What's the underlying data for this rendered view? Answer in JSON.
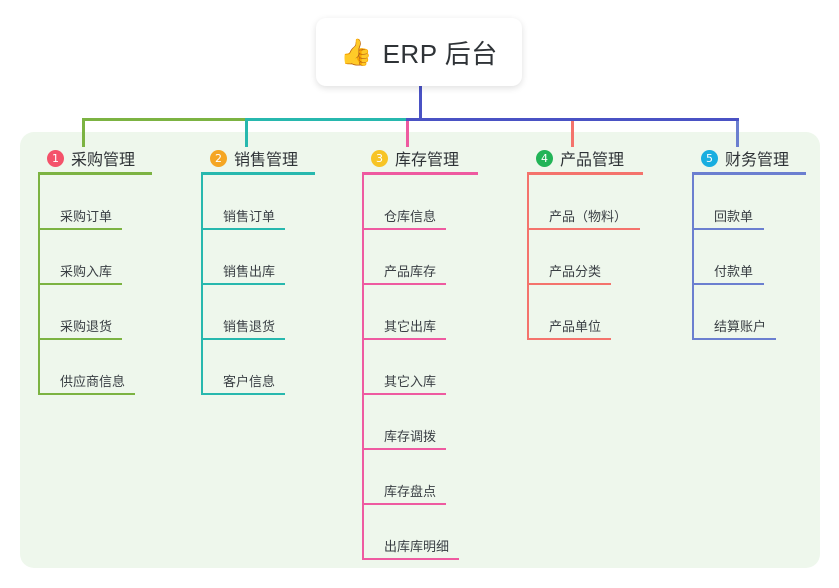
{
  "root": {
    "icon": "thumbs-up-emoji",
    "emoji": "👍",
    "title": "ERP 后台"
  },
  "palette": {
    "panel_bg": "#eef7ec",
    "root_bg": "#ffffff",
    "text": "#2f3337",
    "leaf_text": "#3a3f44",
    "trunk": "#4a52c4"
  },
  "columns": [
    {
      "number": "1",
      "title": "采购管理",
      "badge_color": "#f4526a",
      "line_color": "#7cb342",
      "head_rule_width": 114,
      "items": [
        {
          "label": "采购订单",
          "rule_width": 84
        },
        {
          "label": "采购入库",
          "rule_width": 84
        },
        {
          "label": "采购退货",
          "rule_width": 84
        },
        {
          "label": "供应商信息",
          "rule_width": 97
        }
      ]
    },
    {
      "number": "2",
      "title": "销售管理",
      "badge_color": "#f5a623",
      "line_color": "#27b8ae",
      "head_rule_width": 114,
      "items": [
        {
          "label": "销售订单",
          "rule_width": 84
        },
        {
          "label": "销售出库",
          "rule_width": 84
        },
        {
          "label": "销售退货",
          "rule_width": 84
        },
        {
          "label": "客户信息",
          "rule_width": 84
        }
      ]
    },
    {
      "number": "3",
      "title": "库存管理",
      "badge_color": "#f7c425",
      "line_color": "#ee5aa0",
      "head_rule_width": 116,
      "items": [
        {
          "label": "仓库信息",
          "rule_width": 84
        },
        {
          "label": "产品库存",
          "rule_width": 84
        },
        {
          "label": "其它出库",
          "rule_width": 84
        },
        {
          "label": "其它入库",
          "rule_width": 84
        },
        {
          "label": "库存调拨",
          "rule_width": 84
        },
        {
          "label": "库存盘点",
          "rule_width": 84
        },
        {
          "label": "出库库明细",
          "rule_width": 97
        }
      ]
    },
    {
      "number": "4",
      "title": "产品管理",
      "badge_color": "#22b457",
      "line_color": "#f4736c",
      "head_rule_width": 116,
      "items": [
        {
          "label": "产品（物料）",
          "rule_width": 113
        },
        {
          "label": "产品分类",
          "rule_width": 84
        },
        {
          "label": "产品单位",
          "rule_width": 84
        }
      ]
    },
    {
      "number": "5",
      "title": "财务管理",
      "badge_color": "#19aee0",
      "line_color": "#6b7fd0",
      "head_rule_width": 114,
      "items": [
        {
          "label": "回款单",
          "rule_width": 72
        },
        {
          "label": "付款单",
          "rule_width": 72
        },
        {
          "label": "结算账户",
          "rule_width": 84
        }
      ]
    }
  ]
}
